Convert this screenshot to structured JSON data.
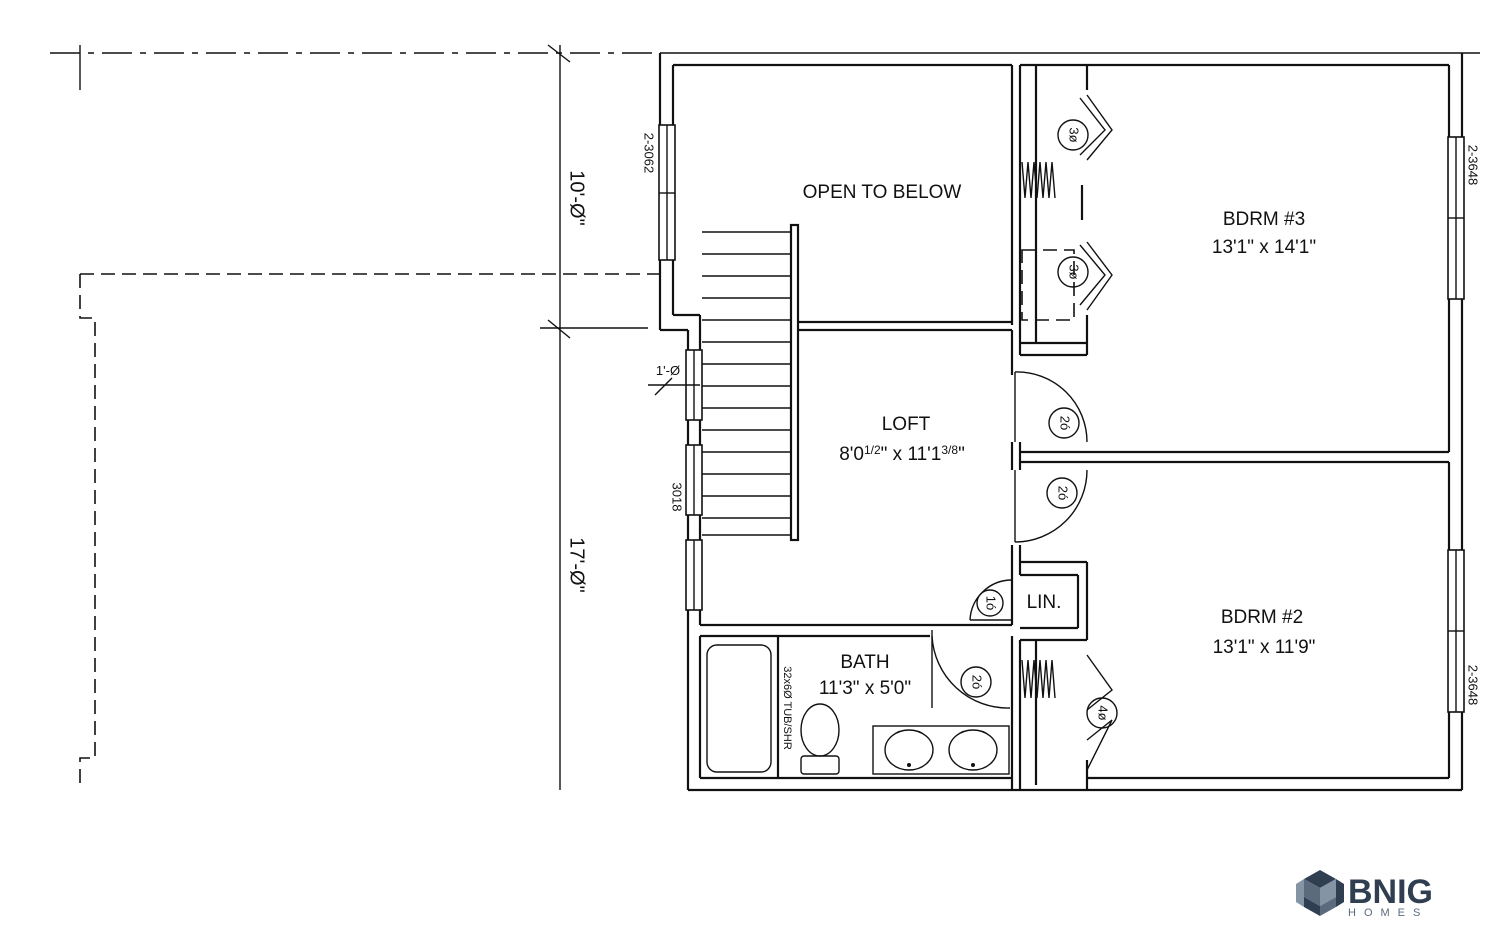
{
  "rooms": {
    "open_to_below": "OPEN TO BELOW",
    "bdrm3_name": "BDRM #3",
    "bdrm3_size": "13'1\" x 14'1\"",
    "loft_name": "LOFT",
    "loft_size_a": "8'0",
    "loft_size_a_frac": "1/2",
    "loft_size_b": "\" x 11'1",
    "loft_size_b_frac": "3/8",
    "loft_size_c": "\"",
    "bdrm2_name": "BDRM #2",
    "bdrm2_size": "13'1\" x 11'9\"",
    "bath_name": "BATH",
    "bath_size": "11'3\" x 5'0\"",
    "linen": "LIN."
  },
  "windows": {
    "w_left_top": "2-3062",
    "w_left_bottom": "3018",
    "w_right_top": "2-3648",
    "w_right_bottom": "2-3648"
  },
  "doors": {
    "closet_top_a": "3ø",
    "closet_top_b": "3ø",
    "bdrm3_door": "2ó",
    "bdrm2_door": "2ó",
    "linen_door": "1ó",
    "bath_door": "2ó",
    "closet_bottom": "4ø"
  },
  "fixtures": {
    "tub": "32x6Ø TUB/SHR"
  },
  "dimensions": {
    "upper": "10'-Ø\"",
    "lower": "17'-Ø\"",
    "stair_offset": "1'-Ø"
  },
  "logo": {
    "brand": "BNIG",
    "sub": "HOMES",
    "color_dark": "#2f3e50",
    "color_light": "#8494a5"
  }
}
